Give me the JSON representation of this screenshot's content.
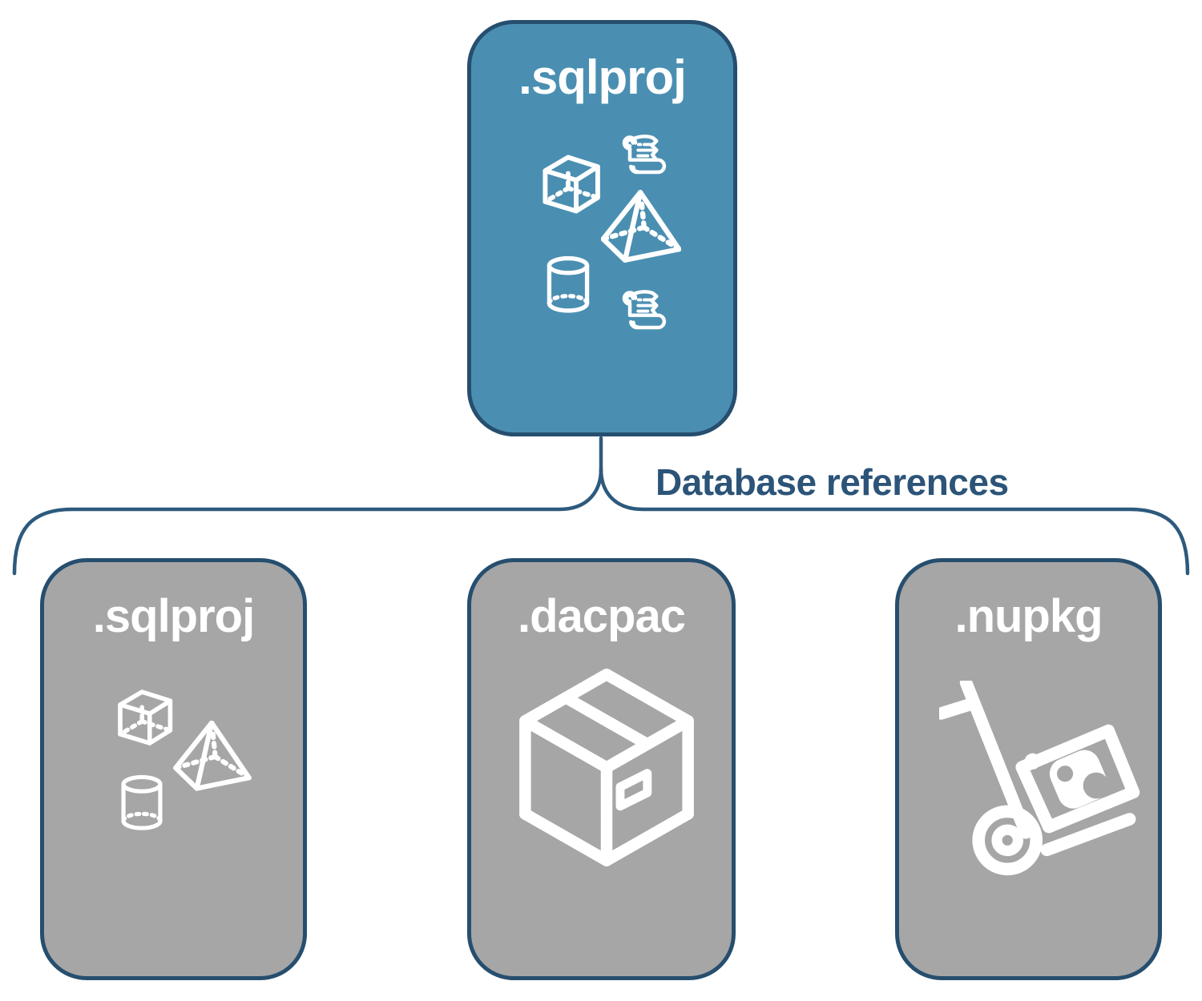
{
  "nodes": {
    "source": {
      "label": ".sqlproj",
      "icons": [
        "scroll-icon",
        "cube-icon",
        "pyramid-icon",
        "cylinder-icon",
        "scroll-icon"
      ]
    },
    "connector_label": "Database references",
    "targets": [
      {
        "label": ".sqlproj",
        "icons": [
          "cube-icon",
          "pyramid-icon",
          "cylinder-icon"
        ]
      },
      {
        "label": ".dacpac",
        "icons": [
          "package-box-icon"
        ]
      },
      {
        "label": ".nupkg",
        "icons": [
          "hand-truck-icon",
          "nuget-package-icon"
        ]
      }
    ]
  },
  "colors": {
    "source_node_fill": "#4a8fb2",
    "target_node_fill": "#a6a6a6",
    "node_border": "#264e6e",
    "connector": "#2d5a7d",
    "connector_label_text": "#2c5478",
    "node_label_text": "#ffffff",
    "icon_stroke": "#ffffff",
    "background": "#ffffff"
  }
}
